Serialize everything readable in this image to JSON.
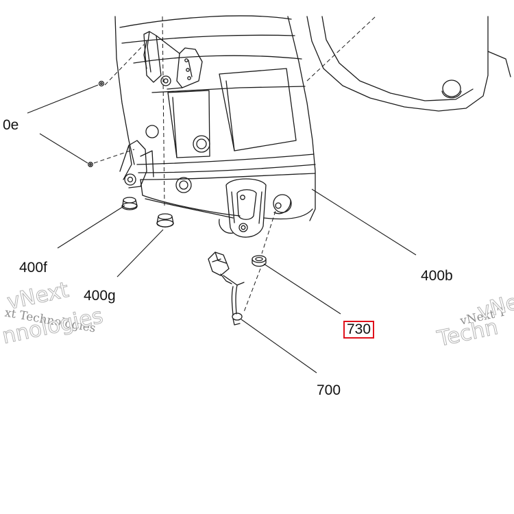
{
  "callouts": {
    "c400e": "0e",
    "c400f": "400f",
    "c400g": "400g",
    "c400b": "400b",
    "c730": "730",
    "c700": "700"
  },
  "highlight_color": "#e0101a",
  "watermarks": {
    "left_outline_top": "vNext",
    "left_serif": "xt Technologies",
    "left_outline_bottom": "nnologies",
    "right_serif": "vNext T",
    "right_outline_top": "vNext",
    "right_outline_bottom": "Techn"
  }
}
